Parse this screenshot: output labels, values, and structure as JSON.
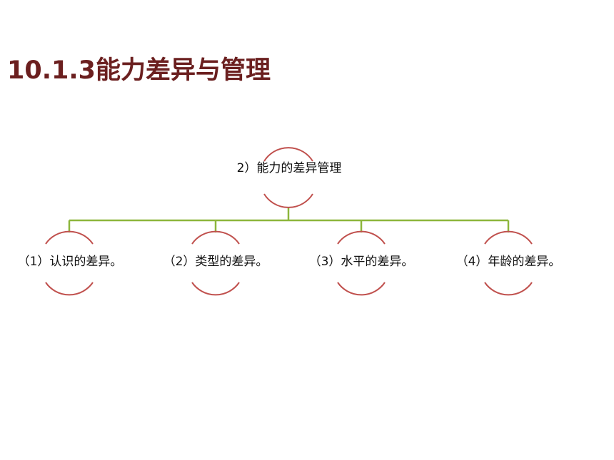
{
  "title": "10.1.3能力差异与管理",
  "diagram": {
    "root": {
      "label": "2）能力的差异管理"
    },
    "children": [
      {
        "label": "（1）认识的差异。"
      },
      {
        "label": "（2）类型的差异。"
      },
      {
        "label": "（3）水平的差异。"
      },
      {
        "label": "（4）年龄的差异。"
      }
    ]
  },
  "colors": {
    "title": "#6b1f1f",
    "connector": "#8db63c",
    "node_arc": "#c0504d",
    "text": "#111111"
  }
}
